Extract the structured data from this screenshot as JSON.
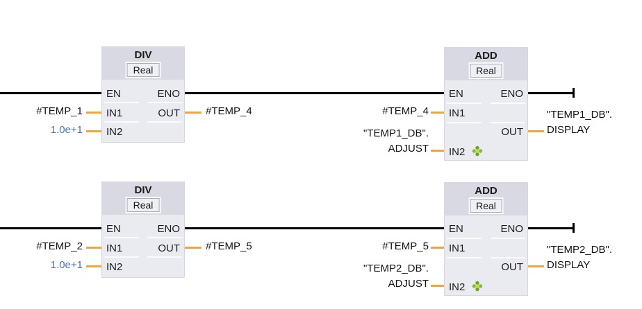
{
  "app": {
    "view": "FBD network editor"
  },
  "colors": {
    "canvas_bg": "#ffffff",
    "rail_black": "#000000",
    "connector_orange": "#efa53c",
    "block_fill": "#eaeaf1",
    "block_header_fill": "#d9d9e3",
    "constant_blue": "#4a73b8",
    "text": "#1a1a1a"
  },
  "icons": {
    "db_tag_icon": "green-flower-tag ✽"
  },
  "networks": [
    {
      "div_block": {
        "title": "DIV",
        "data_type": "Real",
        "port_en": "EN",
        "port_in1": "IN1",
        "port_in2": "IN2",
        "port_eno": "ENO",
        "port_out": "OUT",
        "in1_value": "#TEMP_1",
        "in2_value": "1.0e+1",
        "out_value": "#TEMP_4"
      },
      "add_block": {
        "title": "ADD",
        "data_type": "Real",
        "port_en": "EN",
        "port_in1": "IN1",
        "port_in2": "IN2",
        "port_eno": "ENO",
        "port_out": "OUT",
        "in1_value": "#TEMP_4",
        "in2_value_line1": "\"TEMP1_DB\".",
        "in2_value_line2": "ADJUST",
        "out_value_line1": "\"TEMP1_DB\".",
        "out_value_line2": "DISPLAY"
      }
    },
    {
      "div_block": {
        "title": "DIV",
        "data_type": "Real",
        "port_en": "EN",
        "port_in1": "IN1",
        "port_in2": "IN2",
        "port_eno": "ENO",
        "port_out": "OUT",
        "in1_value": "#TEMP_2",
        "in2_value": "1.0e+1",
        "out_value": "#TEMP_5"
      },
      "add_block": {
        "title": "ADD",
        "data_type": "Real",
        "port_en": "EN",
        "port_in1": "IN1",
        "port_in2": "IN2",
        "port_eno": "ENO",
        "port_out": "OUT",
        "in1_value": "#TEMP_5",
        "in2_value_line1": "\"TEMP2_DB\".",
        "in2_value_line2": "ADJUST",
        "out_value_line1": "\"TEMP2_DB\".",
        "out_value_line2": "DISPLAY"
      }
    }
  ]
}
